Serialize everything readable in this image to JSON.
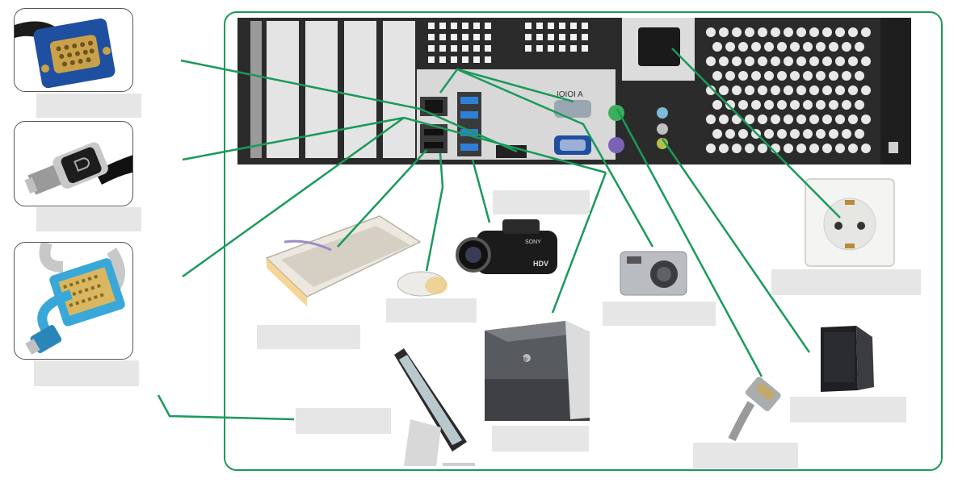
{
  "colors": {
    "connector_line": "#1a9a5a",
    "label_box_fill": "#e6e6e6",
    "panel_border": "#1a9a5a",
    "chassis": "#2b2b2b",
    "vga_blue": "#1f4fa0",
    "dp_silver": "#c8c8c8",
    "hdmi_cyan": "#3aa7d9",
    "ps2_green": "#3fae5a",
    "ps2_purple": "#7b62b5",
    "usb_blue": "#2f7fd6"
  },
  "thumbnails": [
    {
      "name": "vga-plug",
      "icon": "vga-connector-icon"
    },
    {
      "name": "displayport-plug",
      "icon": "displayport-connector-icon"
    },
    {
      "name": "dvi-hdmi-plug",
      "icon": "dvi-hdmi-connector-icon"
    }
  ],
  "devices": [
    {
      "name": "keyboard",
      "icon": "keyboard-icon"
    },
    {
      "name": "mouse",
      "icon": "mouse-icon"
    },
    {
      "name": "camcorder",
      "icon": "camcorder-icon"
    },
    {
      "name": "digital-camera",
      "icon": "digital-camera-icon"
    },
    {
      "name": "wall-socket",
      "icon": "power-socket-icon"
    },
    {
      "name": "printer",
      "icon": "printer-icon"
    },
    {
      "name": "touch-monitor",
      "icon": "monitor-icon"
    },
    {
      "name": "network-cable",
      "icon": "ethernet-plug-icon"
    },
    {
      "name": "speaker",
      "icon": "speaker-icon"
    }
  ],
  "labels": {
    "vga": "",
    "displayport": "",
    "dvi_hdmi": "",
    "monitor": "",
    "keyboard": "",
    "mouse": "",
    "camcorder": "",
    "camera": "",
    "socket": "",
    "printer": "",
    "network": "",
    "speaker": ""
  },
  "product_marks": {
    "camcorder_brand": "SONY",
    "camcorder_model": "HDV",
    "printer_brand": "hp",
    "serial_port": "IOIOI A"
  }
}
